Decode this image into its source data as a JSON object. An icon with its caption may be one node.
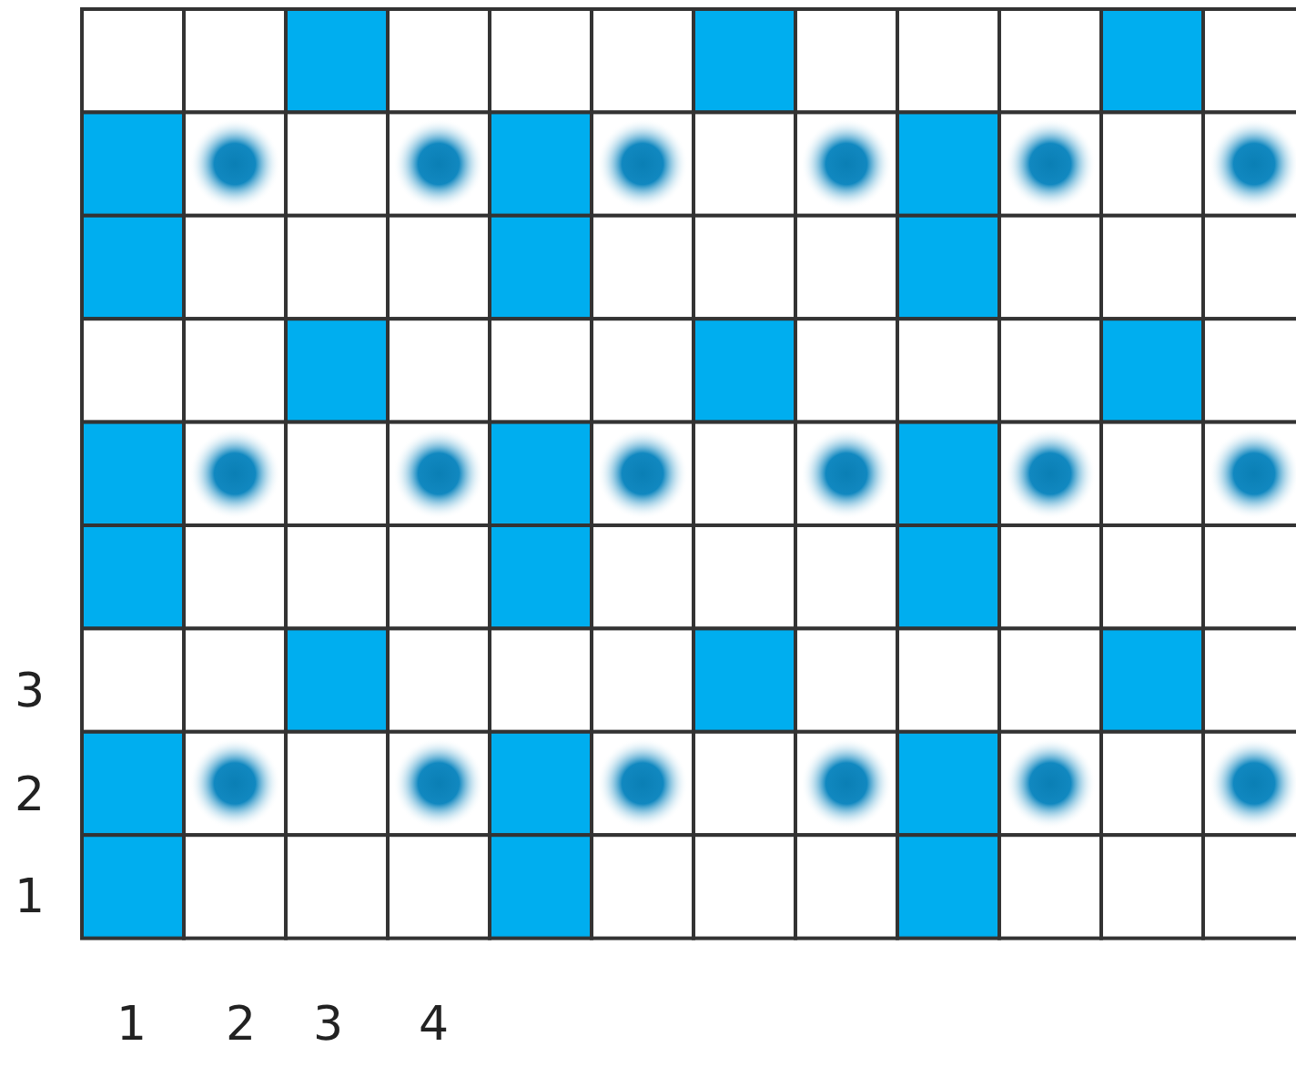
{
  "diagram": {
    "labels": [
      "3",
      "2",
      "1",
      "1",
      "2",
      "3",
      "4"
    ]
  }
}
